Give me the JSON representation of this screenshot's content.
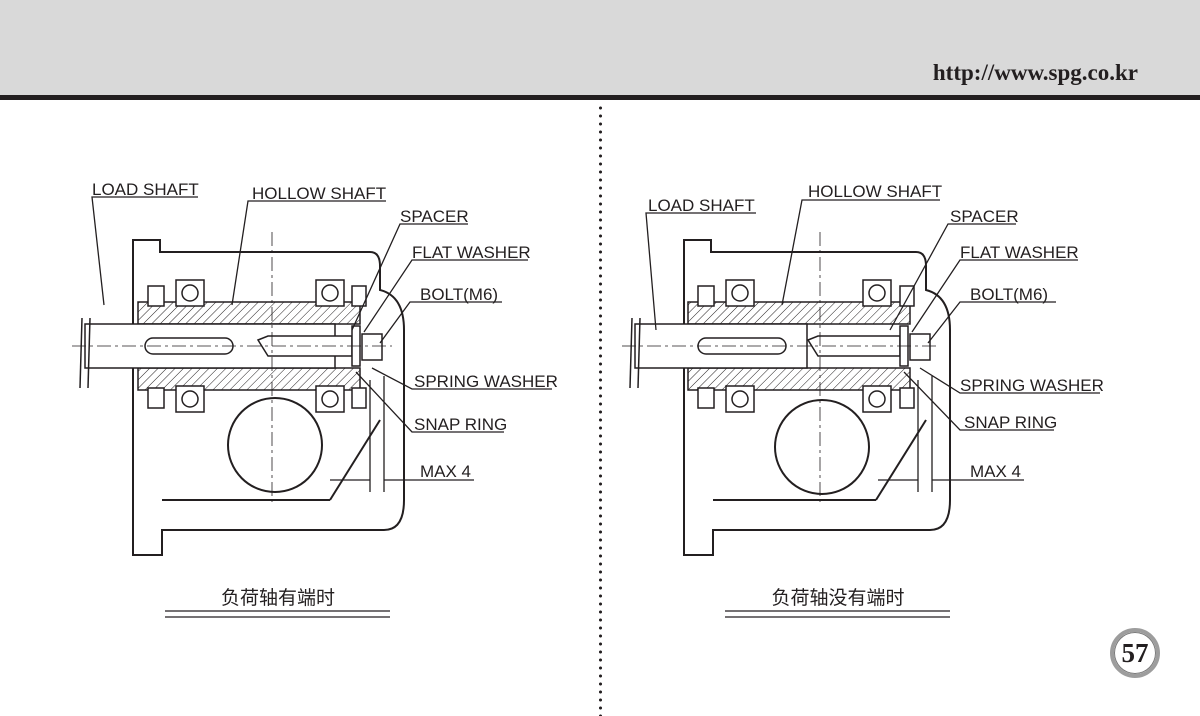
{
  "header": {
    "url": "http://www.spg.co.kr",
    "band_color": "#d9d9d9",
    "rule_color": "#231f20"
  },
  "diagrams": [
    {
      "caption": "负荷轴有端时",
      "labels": {
        "load_shaft": "LOAD SHAFT",
        "hollow_shaft": "HOLLOW SHAFT",
        "spacer": "SPACER",
        "flat_washer": "FLAT WASHER",
        "bolt": "BOLT(M6)",
        "spring_washer": "SPRING WASHER",
        "snap_ring": "SNAP RING",
        "max": "MAX 4"
      }
    },
    {
      "caption": "负荷轴没有端时",
      "labels": {
        "load_shaft": "LOAD SHAFT",
        "hollow_shaft": "HOLLOW SHAFT",
        "spacer": "SPACER",
        "flat_washer": "FLAT WASHER",
        "bolt": "BOLT(M6)",
        "spring_washer": "SPRING WASHER",
        "snap_ring": "SNAP RING",
        "max": "MAX 4"
      }
    }
  ],
  "page": {
    "number": "57"
  }
}
